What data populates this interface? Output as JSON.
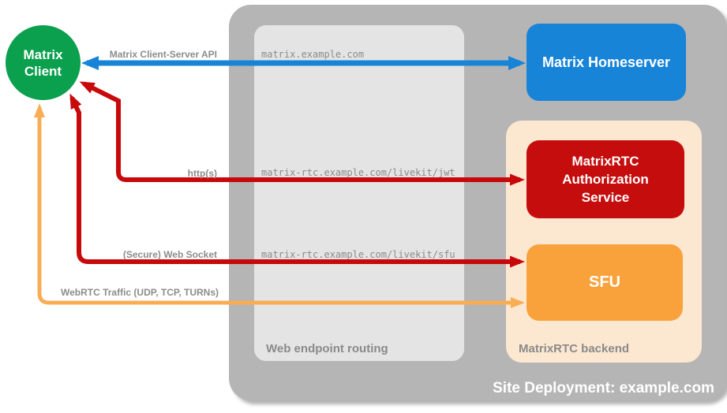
{
  "title": "MatrixRTC site deployment diagram",
  "colors": {
    "client_green": "#0AA04E",
    "homeserver_blue": "#1784D8",
    "auth_red": "#C60D0D",
    "sfu_orange": "#F9A23C",
    "backend_peach": "#FCE8D1",
    "site_gray": "#B5B5B5",
    "routing_gray": "#E4E4E4",
    "label_gray": "#8C8C8C"
  },
  "client": {
    "label": "Matrix Client"
  },
  "nodes": {
    "homeserver": {
      "label": "Matrix Homeserver"
    },
    "auth": {
      "label": "MatrixRTC Authorization Service"
    },
    "sfu": {
      "label": "SFU"
    }
  },
  "routing_panel": {
    "caption": "Web endpoint routing",
    "endpoints": [
      "matrix.example.com",
      "matrix-rtc.example.com/livekit/jwt",
      "matrix-rtc.example.com/livekit/sfu"
    ]
  },
  "backend_panel": {
    "caption": "MatrixRTC backend"
  },
  "site": {
    "caption": "Site Deployment: example.com"
  },
  "connections": [
    {
      "label": "Matrix Client-Server API",
      "from": "Matrix Client",
      "to": "Matrix Homeserver",
      "via": "matrix.example.com",
      "color": "#1784D8",
      "bidirectional": true
    },
    {
      "label": "http(s)",
      "from": "Matrix Client",
      "to": "MatrixRTC Authorization Service",
      "via": "matrix-rtc.example.com/livekit/jwt",
      "color": "#C8090B",
      "bidirectional": true
    },
    {
      "label": "(Secure) Web Socket",
      "from": "Matrix Client",
      "to": "SFU",
      "via": "matrix-rtc.example.com/livekit/sfu",
      "color": "#C8090B",
      "bidirectional": true
    },
    {
      "label": "WebRTC Traffic (UDP, TCP, TURNs)",
      "from": "Matrix Client",
      "to": "SFU",
      "color": "#F8AD55",
      "bidirectional": true
    }
  ]
}
